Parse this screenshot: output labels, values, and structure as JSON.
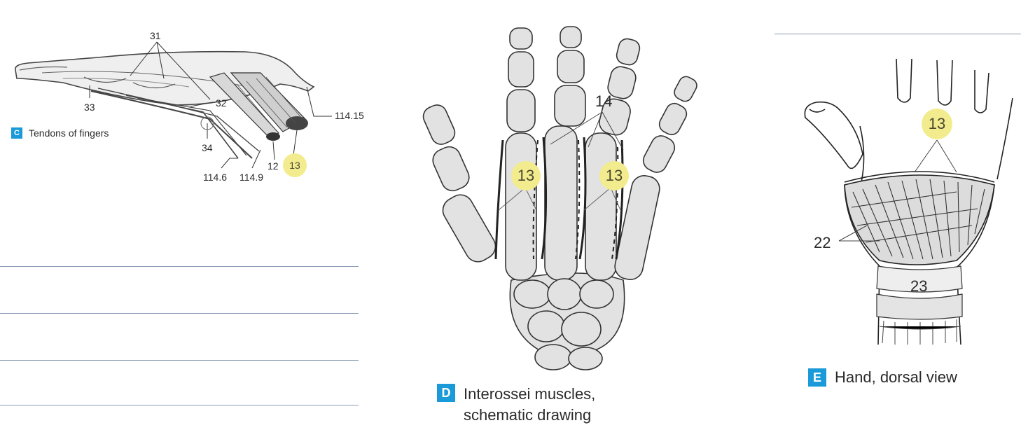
{
  "panel_c": {
    "caption_letter": "C",
    "caption_text": "Tendons of fingers",
    "labels": {
      "l31": "31",
      "l33": "33",
      "l32": "32",
      "l34": "34",
      "l114_15": "114.15",
      "l114_6": "114.6",
      "l114_9": "114.9",
      "l12": "12",
      "l13": "13"
    }
  },
  "panel_d": {
    "caption_letter": "D",
    "caption_line1": "Interossei muscles,",
    "caption_line2": "schematic drawing",
    "labels": {
      "l14": "14",
      "l13a": "13",
      "l13b": "13"
    }
  },
  "panel_e": {
    "caption_letter": "E",
    "caption_text": "Hand, dorsal view",
    "labels": {
      "l13": "13",
      "l22": "22",
      "l23": "23"
    }
  },
  "colors": {
    "accent": "#1a9ad8",
    "highlight": "#f3ec8e",
    "rule": "#8a9bb4"
  }
}
